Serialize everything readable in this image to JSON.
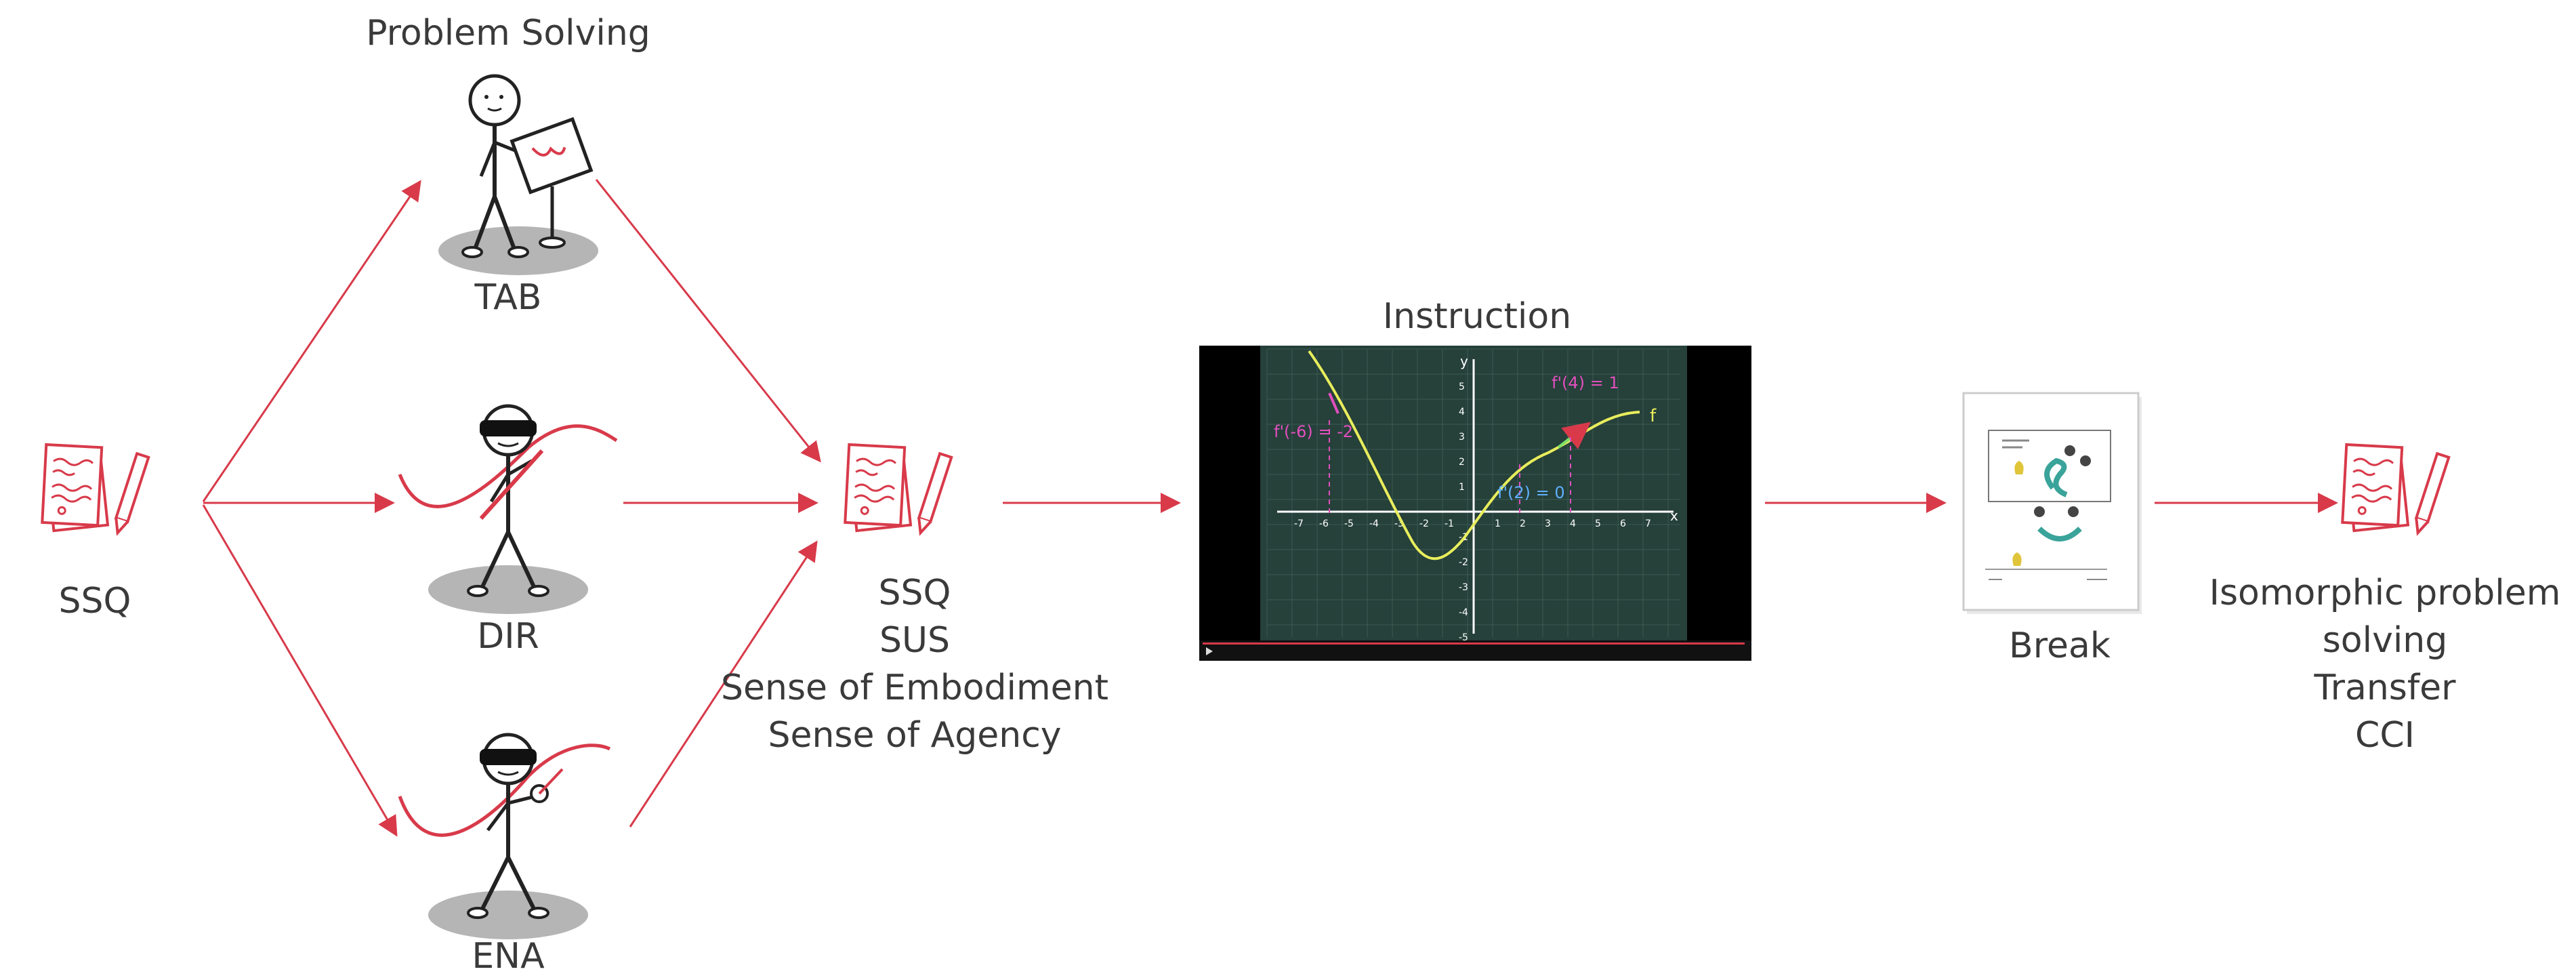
{
  "colors": {
    "arrow": "#d83a4a",
    "ink": "#222222",
    "text": "#3a3a3a",
    "shadow": "#b5b5b5",
    "board": "#26403a",
    "graph_curve": "#e8ee5c",
    "graph_pink": "#e24fbe",
    "graph_green": "#7be06a",
    "graph_blue": "#5fb0ff"
  },
  "labels": {
    "ssq_start": "SSQ",
    "problem_solving": "Problem Solving",
    "tab": "TAB",
    "dir": "DIR",
    "ena": "ENA",
    "mid_q": [
      "SSQ",
      "SUS",
      "Sense of Embodiment",
      "Sense of Agency"
    ],
    "instruction": "Instruction",
    "break": "Break",
    "final": [
      "Isomorphic problem",
      "solving",
      "Transfer",
      "CCI"
    ]
  },
  "video": {
    "annotations": {
      "f_prime_4": "f'(4) = 1",
      "f_prime_m6": "f'(-6) = -2",
      "f_prime_2": "f'(2) = 0",
      "f_label": "f",
      "y_label": "y",
      "x_label": "x"
    },
    "x_ticks": [
      "-7",
      "-6",
      "-5",
      "-4",
      "-3",
      "-2",
      "-1",
      "1",
      "2",
      "3",
      "4",
      "5",
      "6",
      "7"
    ],
    "y_ticks": [
      "5",
      "4",
      "3",
      "2",
      "1",
      "-1",
      "-2",
      "-3",
      "-4",
      "-5"
    ]
  }
}
